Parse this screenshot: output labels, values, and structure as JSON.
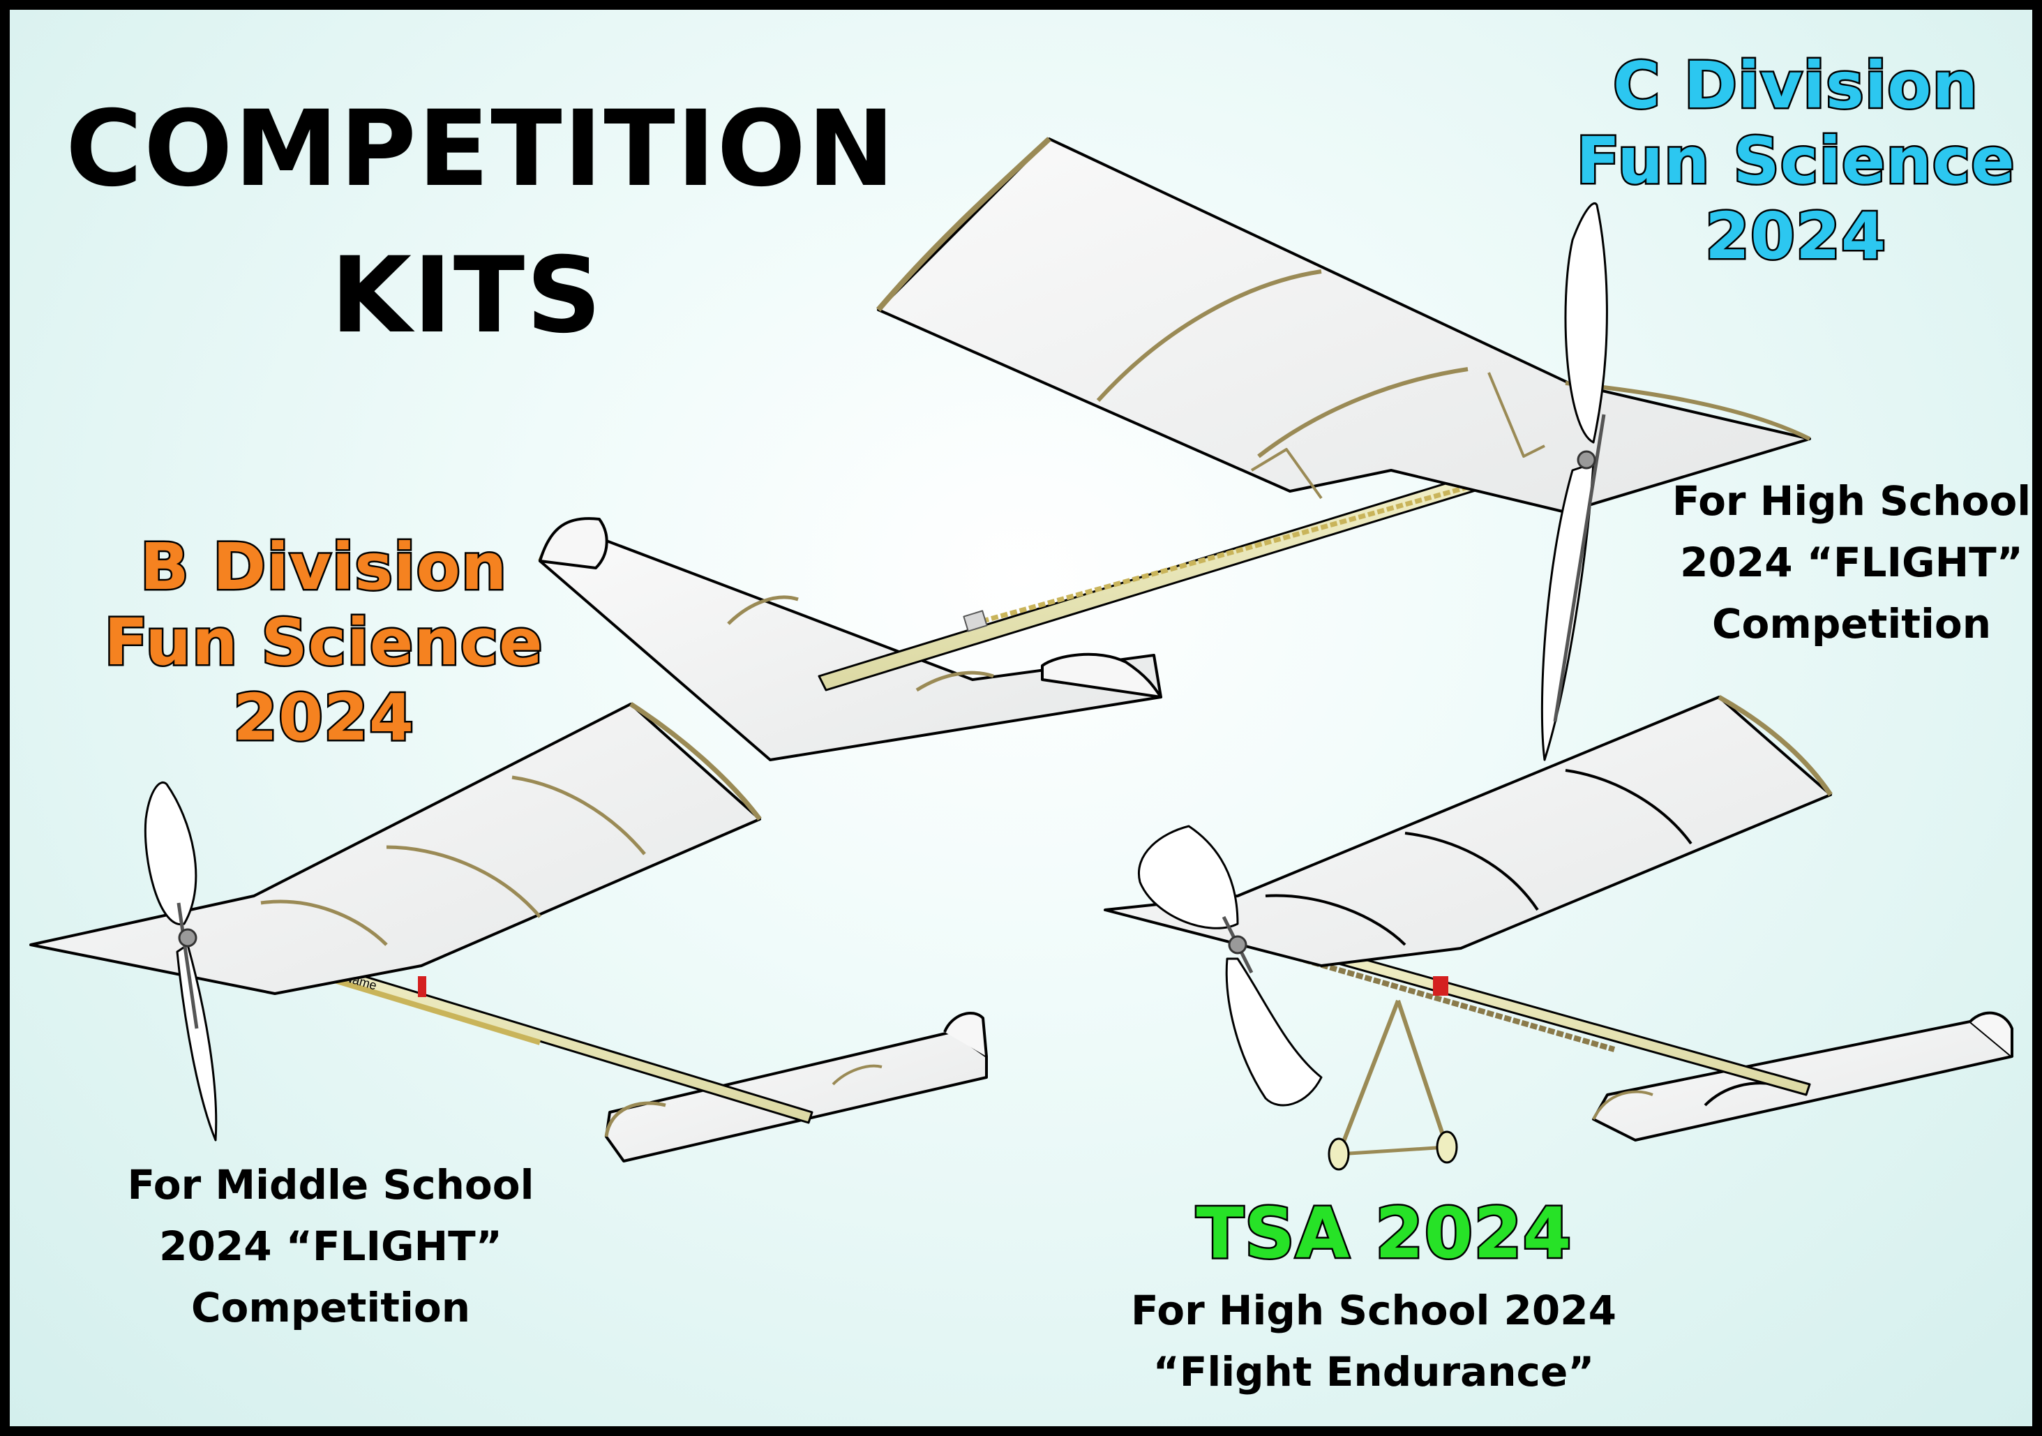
{
  "title": {
    "line1": "COMPETITION",
    "line2": "KITS"
  },
  "c_division": {
    "line1": "C Division",
    "line2": "Fun Science",
    "line3": "2024",
    "color": "#2cc7f0",
    "desc_line1": "For High School",
    "desc_line2": "2024 “FLIGHT”",
    "desc_line3": "Competition"
  },
  "b_division": {
    "line1": "B Division",
    "line2": "Fun Science",
    "line3": "2024",
    "color": "#f58220",
    "desc_line1": "For Middle School",
    "desc_line2": "2024 “FLIGHT”",
    "desc_line3": "Competition",
    "fuselage_label": "School Name"
  },
  "tsa": {
    "title": "TSA 2024",
    "color": "#27e227",
    "desc_line1": "For High School 2024",
    "desc_line2": "“Flight Endurance”"
  },
  "colors": {
    "balsa": "#efeec0",
    "spar": "#9a8a55",
    "tissue": "#f4f5f5",
    "rubber": "#c9b45a",
    "clip": "#d42020",
    "border": "#000000"
  }
}
